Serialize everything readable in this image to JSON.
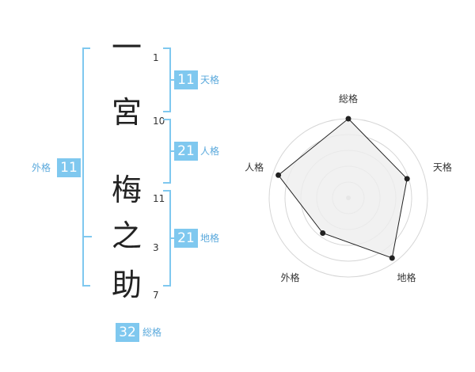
{
  "name_chars": [
    {
      "char": "一",
      "strokes": "1"
    },
    {
      "char": "宮",
      "strokes": "10"
    },
    {
      "char": "梅",
      "strokes": "11"
    },
    {
      "char": "之",
      "strokes": "3"
    },
    {
      "char": "助",
      "strokes": "7"
    }
  ],
  "scores": {
    "tenkaku": {
      "value": "11",
      "label": "天格"
    },
    "jinkaku": {
      "value": "21",
      "label": "人格"
    },
    "chikaku": {
      "value": "21",
      "label": "地格"
    },
    "gaikaku": {
      "value": "11",
      "label": "外格"
    },
    "soukaku": {
      "value": "32",
      "label": "総格"
    }
  },
  "colors": {
    "accent": "#7fc8ef",
    "accent_text": "#5aa9dc",
    "radar_fill": "#eeeeee",
    "radar_stroke": "#222222"
  },
  "chart_data": {
    "type": "radar",
    "axes": [
      "総格",
      "天格",
      "地格",
      "外格",
      "人格"
    ],
    "values": [
      1.0,
      0.78,
      0.94,
      0.55,
      0.93
    ],
    "max": 1.0,
    "rings": 5
  }
}
